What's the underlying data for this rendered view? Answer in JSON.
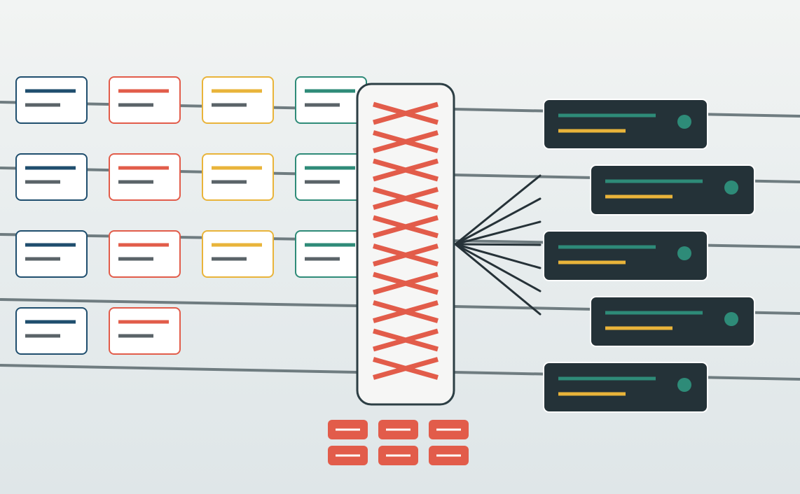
{
  "colors": {
    "background_top": "#f2f4f3",
    "background_bottom": "#dfe6e8",
    "line": "#6f7c80",
    "fan_line": "#263238",
    "card_fill": "#ffffff",
    "card_line_gray": "#5a6368",
    "navy": "#1f4e6e",
    "red": "#e25c4a",
    "yellow": "#e9b43a",
    "teal": "#2e8b78",
    "hub_fill": "#f6f6f5",
    "hub_border": "#2c3e44",
    "dark_card": "#243238",
    "dark_card_border": "#ffffff"
  },
  "diagram": {
    "source_columns": [
      {
        "name": "navy",
        "color_key": "navy",
        "count": 4
      },
      {
        "name": "red",
        "color_key": "red",
        "count": 4
      },
      {
        "name": "yellow",
        "color_key": "yellow",
        "count": 3
      },
      {
        "name": "teal",
        "color_key": "teal",
        "count": 3
      }
    ],
    "hub": {
      "name": "blocked-hub",
      "crossed_marks": 10
    },
    "fan_out_lines": 7,
    "output_nodes": [
      {
        "name": "output-node-1",
        "indicator": "teal-dot"
      },
      {
        "name": "output-node-2",
        "indicator": "teal-dot"
      },
      {
        "name": "output-node-3",
        "indicator": "teal-dot"
      },
      {
        "name": "output-node-4",
        "indicator": "teal-dot"
      },
      {
        "name": "output-node-5",
        "indicator": "teal-dot"
      }
    ],
    "bottom_blocks": {
      "rows": 2,
      "columns": 3,
      "icon": "dash-icon"
    }
  }
}
